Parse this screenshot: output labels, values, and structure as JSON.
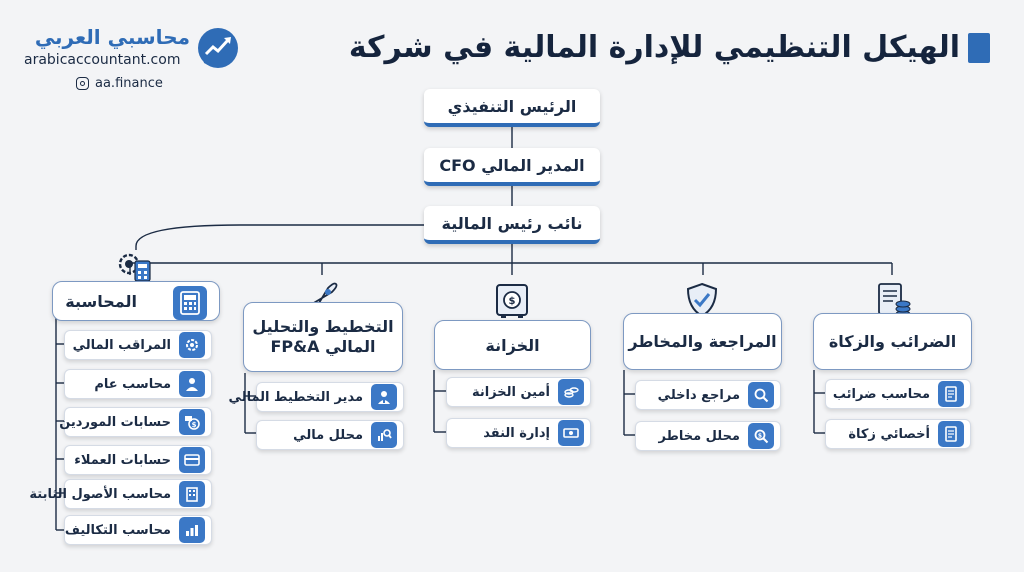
{
  "title": "الهيكل التنظيمي للإدارة المالية في شركة",
  "brand": {
    "name": "محاسبي العربي",
    "url": "arabicaccountant.com",
    "instagram": "aa.finance"
  },
  "hierarchy": {
    "ceo": "الرئيس التنفيذي",
    "cfo": "المدير المالي CFO",
    "vp": "نائب رئيس المالية"
  },
  "departments": [
    {
      "name": "الضرائب والزكاة",
      "icon": "tax-document-icon",
      "roles": [
        {
          "label": "محاسب ضرائب",
          "icon": "document-icon"
        },
        {
          "label": "أخصائي زكاة",
          "icon": "document-icon"
        }
      ]
    },
    {
      "name": "المراجعة والمخاطر",
      "icon": "shield-check-icon",
      "roles": [
        {
          "label": "مراجع داخلي",
          "icon": "magnifier-icon"
        },
        {
          "label": "محلل مخاطر",
          "icon": "risk-icon"
        }
      ]
    },
    {
      "name": "الخزانة",
      "icon": "safe-icon",
      "roles": [
        {
          "label": "أمين الخزانة",
          "icon": "coins-icon"
        },
        {
          "label": "إدارة النقد",
          "icon": "cash-icon"
        }
      ]
    },
    {
      "name_line1": "التخطيط والتحليل",
      "name_line2": "المالي FP&A",
      "icon": "rocket-icon",
      "roles": [
        {
          "label": "مدير التخطيط المالي",
          "icon": "manager-icon"
        },
        {
          "label": "محلل مالي",
          "icon": "chart-magnifier-icon"
        }
      ]
    }
  ],
  "accounting": {
    "name": "المحاسبة",
    "icon": "gear-calculator-icon",
    "header_icon": "calculator-icon",
    "roles": [
      {
        "label": "المراقب المالي",
        "icon": "gear-icon"
      },
      {
        "label": "محاسب عام",
        "icon": "person-icon"
      },
      {
        "label": "حسابات الموردين",
        "icon": "supplier-icon"
      },
      {
        "label": "حسابات العملاء",
        "icon": "card-icon"
      },
      {
        "label": "محاسب الأصول الثابتة",
        "icon": "building-icon"
      },
      {
        "label": "محاسب التكاليف",
        "icon": "cost-chart-icon"
      }
    ]
  },
  "colors": {
    "accent": "#2f6cb6",
    "icon_bg": "#3b78c6",
    "text": "#1b2b44",
    "line": "#1b2b44"
  }
}
